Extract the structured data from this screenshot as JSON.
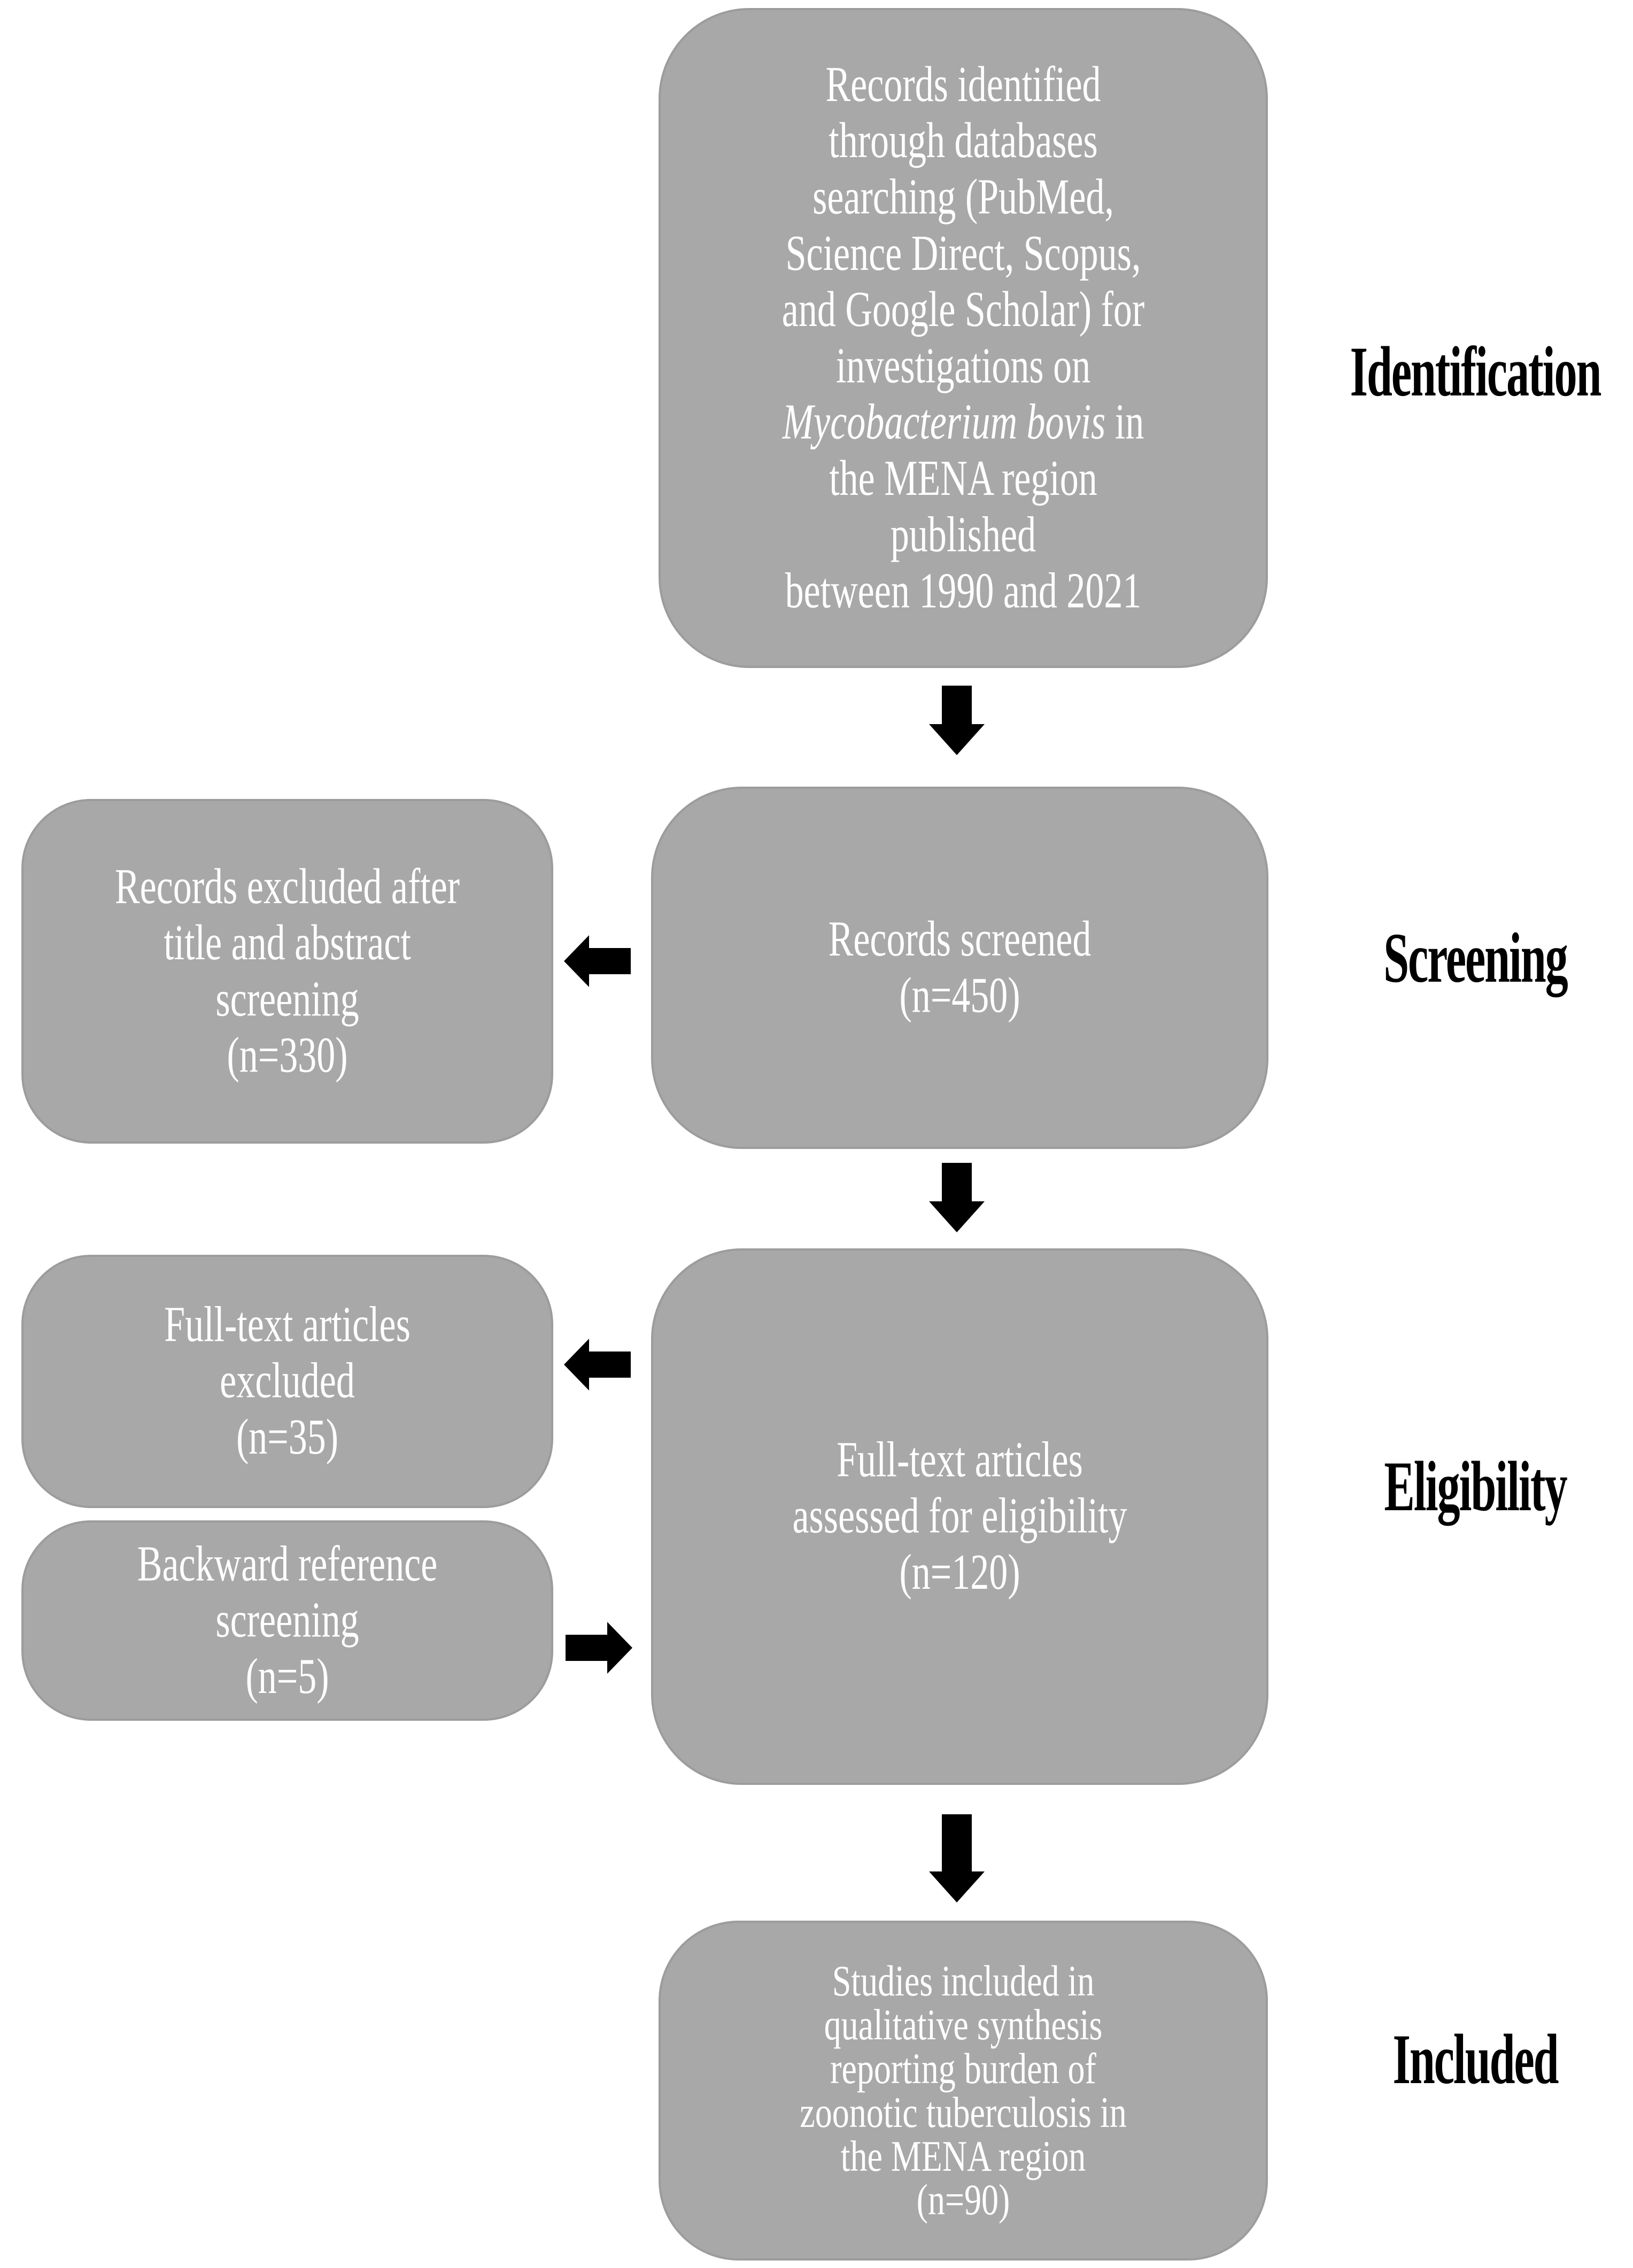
{
  "figure": {
    "type": "prisma-flow-diagram"
  },
  "colors": {
    "page_bg": "#ffffff",
    "box_fill": "#a8a8a8",
    "box_border": "#9c9c9c",
    "box_text": "#ffffff",
    "arrow": "#000000",
    "label_text": "#000000"
  },
  "stages": {
    "identification": "Identification",
    "screening": "Screening",
    "eligibility": "Eligibility",
    "included": "Included"
  },
  "boxes": {
    "identified": {
      "lines_before_italic": [
        "Records identified",
        "through databases",
        "searching (PubMed,",
        "Science Direct, Scopus,",
        "and Google  Scholar) for",
        "investigations  on"
      ],
      "italic_text": "Mycobacterium bovis",
      "after_italic": " in",
      "lines_after_italic": [
        "the MENA region",
        "published",
        "between 1990 and 2021"
      ]
    },
    "screened": {
      "lines": [
        "Records screened",
        "(n=450)"
      ]
    },
    "excluded_title_abstract": {
      "lines": [
        "Records excluded after",
        "title and abstract",
        "screening",
        "(n=330)"
      ]
    },
    "fulltext_assessed": {
      "lines": [
        "Full-text  articles",
        "assessed for eligibility",
        "(n=120)"
      ]
    },
    "fulltext_excluded": {
      "lines": [
        "Full-text  articles",
        "excluded",
        "(n=35)"
      ]
    },
    "backward_reference": {
      "lines": [
        "Backward reference",
        "screening",
        "(n=5)"
      ]
    },
    "included_studies": {
      "lines": [
        "Studies  included  in",
        "qualitative  synthesis",
        "reporting  burden  of",
        "zoonotic  tuberculosis  in",
        "the MENA region",
        "(n=90)"
      ]
    }
  }
}
